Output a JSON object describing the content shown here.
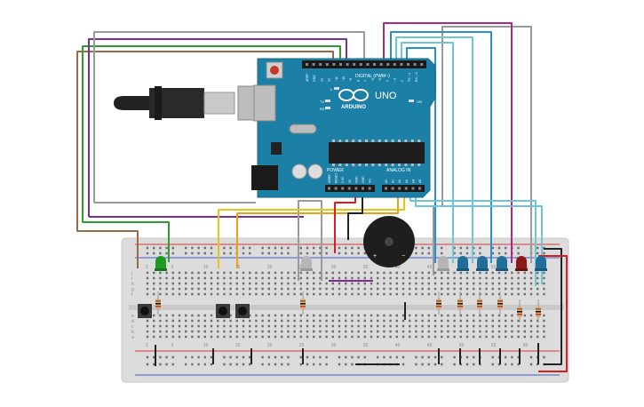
{
  "arduino": {
    "brand": "ARDUINO",
    "model": "UNO",
    "digital_label": "DIGITAL (PWM~)",
    "power_label": "POWER",
    "analog_label": "ANALOG IN",
    "on_label": "ON",
    "l_label": "L",
    "tx_label": "TX",
    "rx_label": "RX",
    "top_pins": [
      "AREF",
      "GND",
      "13",
      "12",
      "~11",
      "~10",
      "~9",
      "8",
      "7",
      "~6",
      "~5",
      "4",
      "~3",
      "2",
      "TX→1",
      "RX←0"
    ],
    "power_pins": [
      "IOREF",
      "RESET",
      "3.3V",
      "5V",
      "GND",
      "GND",
      "Vin"
    ],
    "analog_pins": [
      "A0",
      "A1",
      "A2",
      "A3",
      "A4",
      "A5"
    ]
  },
  "breadboard": {
    "row_letters": [
      "a",
      "b",
      "c",
      "d",
      "e",
      "f",
      "g",
      "h",
      "i",
      "j"
    ],
    "column_numbers": [
      "1",
      "5",
      "10",
      "15",
      "20",
      "25",
      "30",
      "35",
      "40",
      "45",
      "50",
      "55",
      "60"
    ]
  },
  "buzzer": {
    "plus": "+",
    "minus": "−"
  },
  "colors": {
    "board": "#1b7fa6",
    "breadboard": "#dcdcdc",
    "wire_purple": "#7a2e8f",
    "wire_green": "#2f9a2f",
    "wire_brown": "#9c6b45",
    "wire_grey": "#9a9a9a",
    "wire_orange": "#e9a11a",
    "wire_yellow": "#e8c21a",
    "wire_red": "#d81e1e",
    "wire_black": "#222222",
    "wire_magenta": "#b4258a",
    "wire_blue": "#2a8fc8",
    "wire_cyan": "#6cc6d6"
  },
  "icons": [
    "usb-plug-icon",
    "arduino-infinity-logo-icon",
    "reset-button-icon"
  ]
}
